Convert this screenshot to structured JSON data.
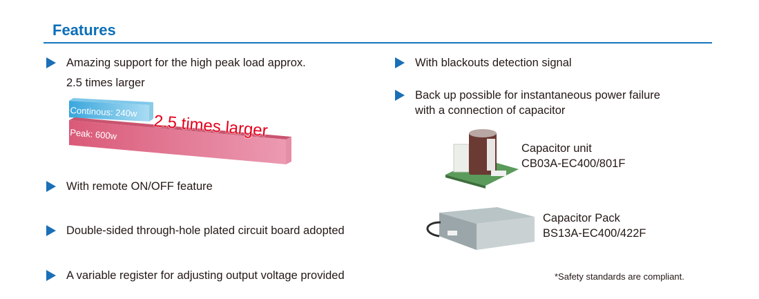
{
  "header": {
    "title": "Features"
  },
  "left_features": [
    {
      "text": "Amazing support for the high peak load approx.",
      "subtext": "2.5 times larger"
    },
    {
      "text": "With remote ON/OFF feature"
    },
    {
      "text": "Double-sided through-hole plated circuit board adopted"
    },
    {
      "text": "A variable register for adjusting output voltage provided"
    }
  ],
  "comparison_graphic": {
    "continuous_label": "Continous: 240w",
    "peak_label": "Peak: 600w",
    "ratio_label": "2.5 times larger",
    "continuous_watts": 240,
    "peak_watts": 600,
    "colors": {
      "continuous": "#4fb3e0",
      "peak": "#e0708c",
      "ratio_text": "#e5001c"
    }
  },
  "right_features": [
    {
      "text": "With blackouts detection signal"
    },
    {
      "text": "Back up possible for instantaneous power failure",
      "text2": "with a connection of capacitor"
    }
  ],
  "products": [
    {
      "name": "Capacitor unit",
      "model": "CB03A-EC400/801F"
    },
    {
      "name": "Capacitor Pack",
      "model": "BS13A-EC400/422F"
    }
  ],
  "footnote": "*Safety standards are compliant.",
  "colors": {
    "accent": "#0b6fb8",
    "bullet": "#1a6fb7"
  }
}
